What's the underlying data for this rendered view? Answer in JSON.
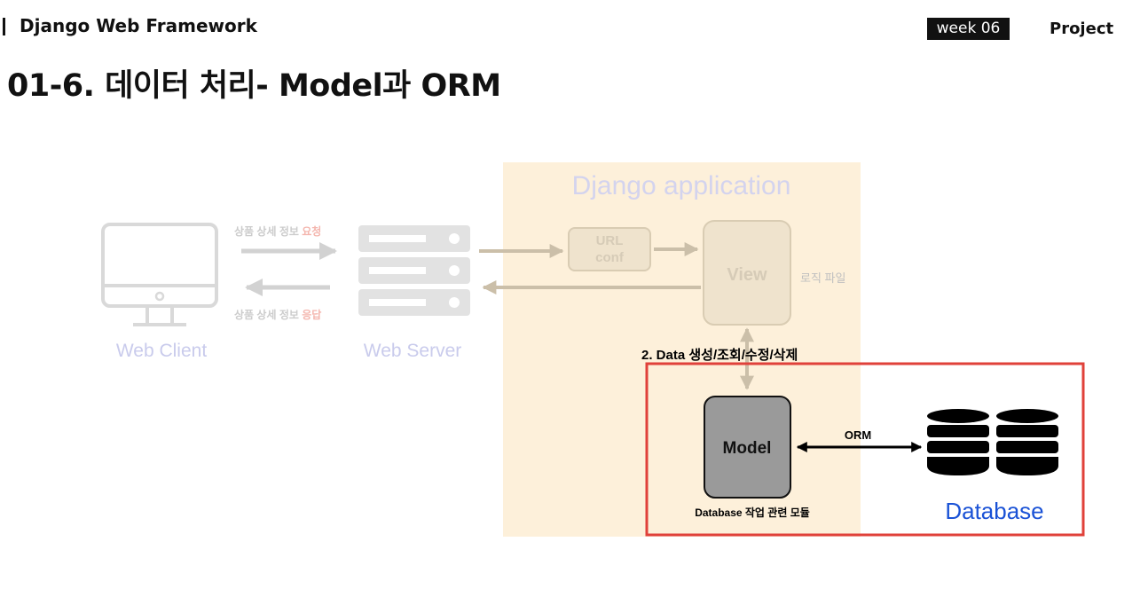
{
  "header": {
    "breadcrumb": "Django Web Framework",
    "week_badge": "week 06",
    "nav_project": "Project"
  },
  "page_title": "01-6. 데이터 처리- Model과 ORM",
  "diagram": {
    "app_region_title": "Django application",
    "web_client_label": "Web Client",
    "web_server_label": "Web Server",
    "request_text": "상품 상세 정보 ",
    "request_highlight": "요청",
    "response_text": "상품 상세 정보 ",
    "response_highlight": "응답",
    "urlconf_line1": "URL",
    "urlconf_line2": "conf",
    "view_label": "View",
    "view_note": "로직 파일",
    "data_ops_label": "2. Data 생성/조회/수정/삭제",
    "model_label": "Model",
    "model_note": "Database 작업 관련 모듈",
    "orm_label": "ORM",
    "database_label": "Database",
    "colors": {
      "app_bg": "#fdf0da",
      "faded_gray": "#d8d8d8",
      "faded_label": "#c9cbec",
      "faded_red": "#f4b6ae",
      "highlight_border": "#e0413a",
      "model_fill": "#9a9a9a",
      "database_blue": "#1a52d6"
    }
  }
}
